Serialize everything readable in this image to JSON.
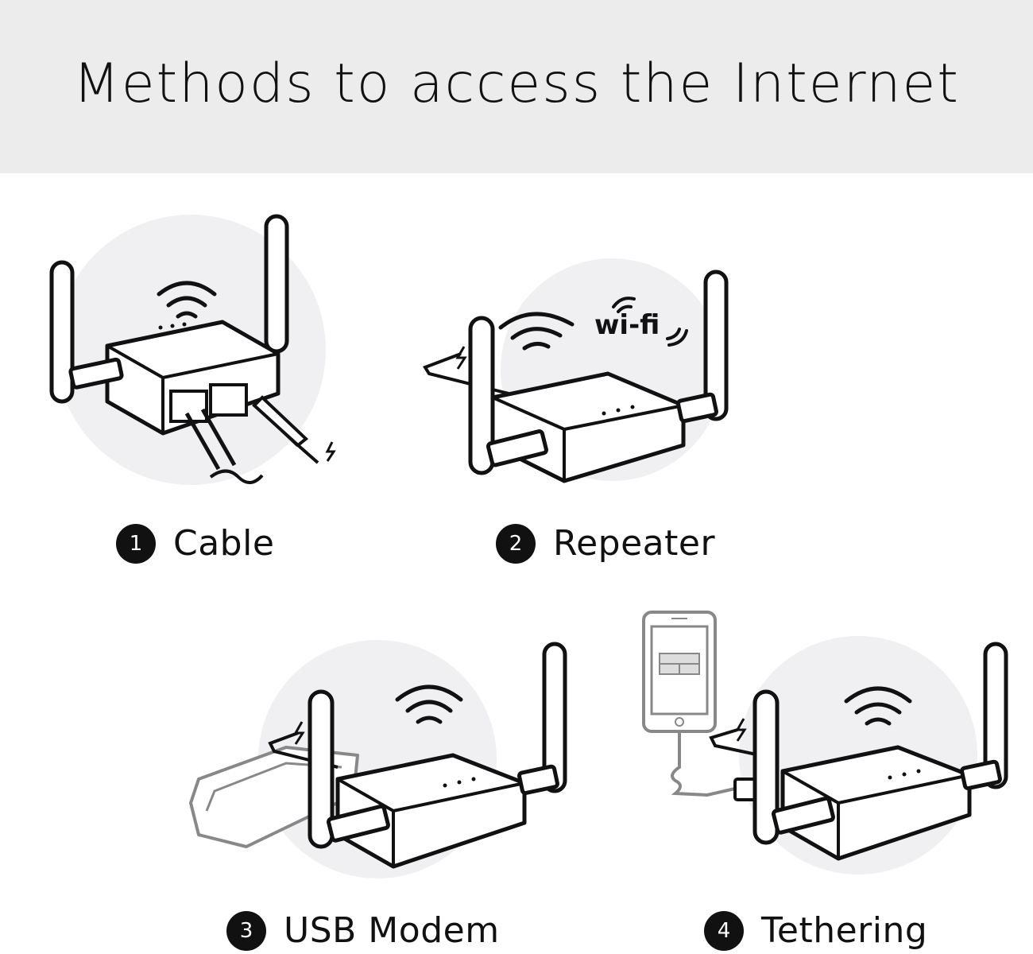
{
  "header": {
    "title": "Methods to access the Internet"
  },
  "methods": [
    {
      "number": "1",
      "label": "Cable"
    },
    {
      "number": "2",
      "label": "Repeater"
    },
    {
      "number": "3",
      "label": "USB Modem"
    },
    {
      "number": "4",
      "label": "Tethering"
    }
  ],
  "repeater": {
    "wifi_logo_text": "wi-fi"
  },
  "colors": {
    "header_bg": "#ececed",
    "circle_bg": "#f0f0f2",
    "ink": "#111111"
  }
}
